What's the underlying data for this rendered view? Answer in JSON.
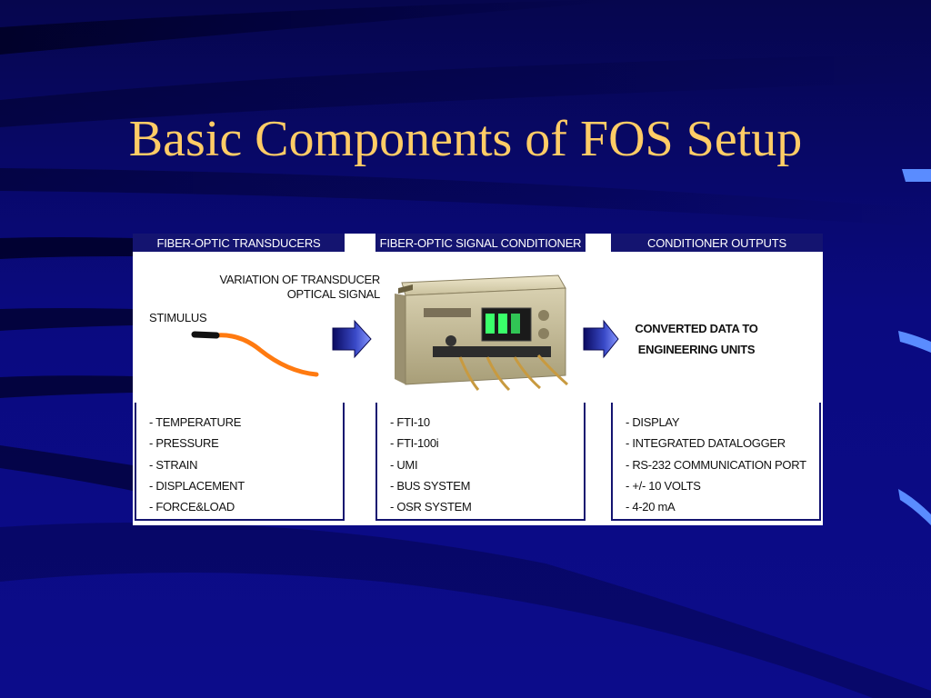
{
  "slide": {
    "title": "Basic Components of FOS Setup",
    "title_color": "#ffcc66",
    "background_color": "#0a0a78"
  },
  "diagram": {
    "panels": [
      {
        "header": "FIBER-OPTIC TRANSDUCERS",
        "labels": {
          "variation_line1": "VARIATION OF TRANSDUCER",
          "variation_line2": "OPTICAL SIGNAL",
          "stimulus": "STIMULUS"
        },
        "items": [
          "- TEMPERATURE",
          "- PRESSURE",
          "- STRAIN",
          "- DISPLACEMENT",
          "- FORCE&LOAD"
        ]
      },
      {
        "header": "FIBER-OPTIC SIGNAL CONDITIONER",
        "items": [
          "- FTI-10",
          "- FTI-100i",
          "- UMI",
          "- BUS SYSTEM",
          "- OSR SYSTEM"
        ]
      },
      {
        "header": "CONDITIONER OUTPUTS",
        "labels": {
          "converted_line1": "CONVERTED DATA TO",
          "converted_line2": "ENGINEERING UNITS"
        },
        "items": [
          "- DISPLAY",
          "- INTEGRATED DATALOGGER",
          "- RS-232 COMMUNICATION PORT",
          "- +/- 10 VOLTS",
          "- 4-20 mA"
        ]
      }
    ],
    "colors": {
      "header_bg": "#141470",
      "fiber_orange": "#ff7a10",
      "arrow_blue": "#2a3aa8",
      "device_body": "#d8d0b0",
      "display_green": "#3aff6a"
    }
  }
}
